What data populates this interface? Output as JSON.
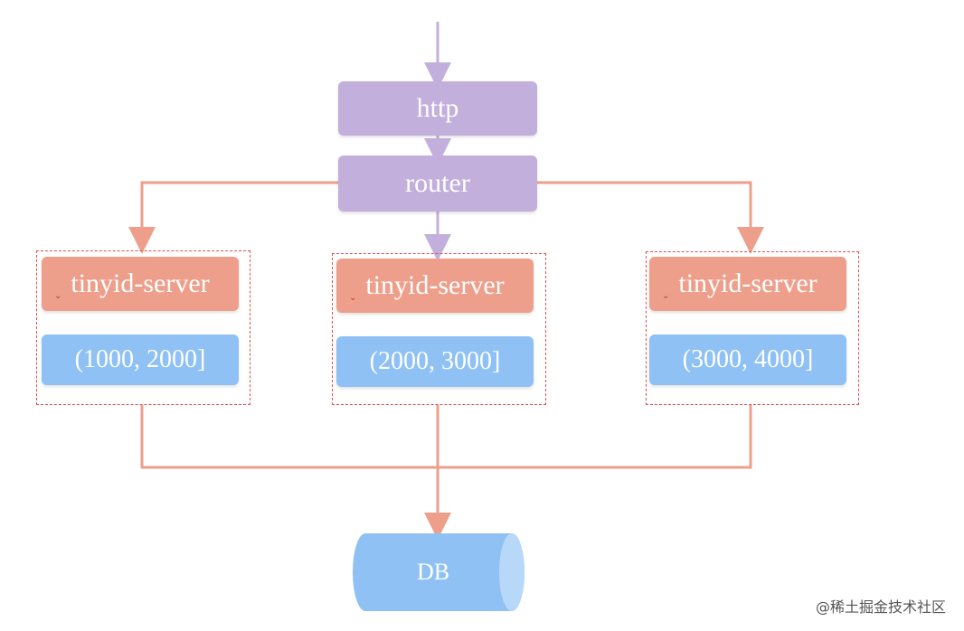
{
  "nodes": {
    "http": "http",
    "router": "router",
    "servers": [
      {
        "label": "tinyid-server",
        "range": "(1000, 2000]"
      },
      {
        "label": "tinyid-server",
        "range": "(2000, 3000]"
      },
      {
        "label": "tinyid-server",
        "range": "(3000, 4000]"
      }
    ],
    "db": "DB"
  },
  "watermark": "@稀土掘金技术社区",
  "colors": {
    "purple_node": "#c3afdc",
    "purple_arrow": "#c3afdc",
    "server_node": "#ee9f8b",
    "salmon_line": "#ee9f8b",
    "range_node": "#8fc1f5",
    "db": "#8fc1f5",
    "dashed_border": "#d9534f"
  }
}
